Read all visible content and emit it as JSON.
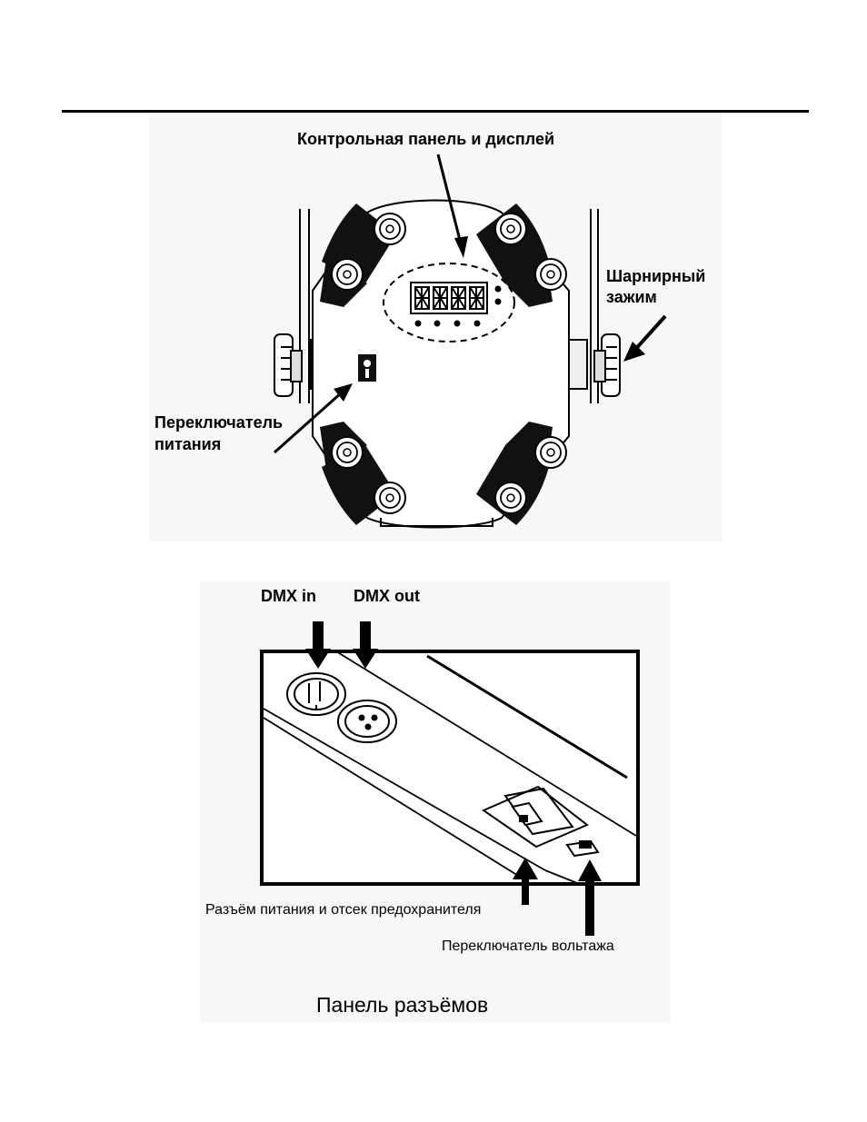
{
  "top_figure": {
    "labels": {
      "control_panel": "Контрольная панель и дисплей",
      "hinge_clamp_line1": "Шарнирный",
      "hinge_clamp_line2": "зажим",
      "power_switch_line1": "Переключатель",
      "power_switch_line2": "питания"
    }
  },
  "bottom_figure": {
    "labels": {
      "dmx_in": "DMX in",
      "dmx_out": "DMX out",
      "power_connector": "Разъём питания и отсек предохранителя",
      "voltage_switch": "Переключатель вольтажа"
    },
    "caption": "Панель разъёмов"
  },
  "colors": {
    "ink": "#000000",
    "shade": "#1a1a1a",
    "panel_bg": "#f7f7f7",
    "paper": "#ffffff"
  }
}
